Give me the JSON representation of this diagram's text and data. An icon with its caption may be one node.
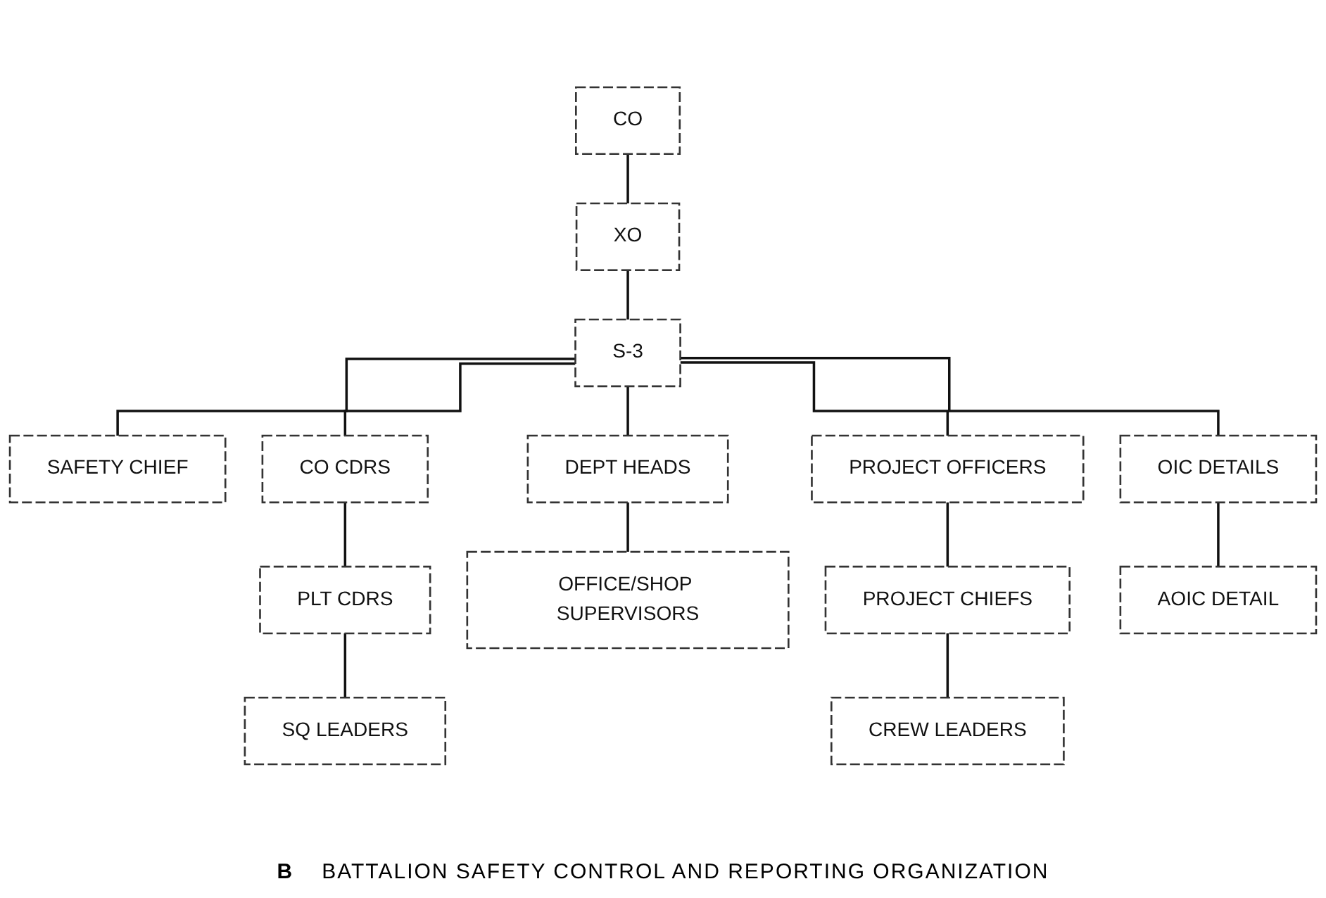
{
  "diagram": {
    "caption": "BATTALION SAFETY CONTROL AND REPORTING ORGANIZATION",
    "nodes": [
      {
        "text": [
          "CO"
        ]
      },
      {
        "text": [
          "XO"
        ]
      },
      {
        "text": [
          "S-3"
        ]
      },
      {
        "text": [
          "SAFETY CHIEF"
        ]
      },
      {
        "text": [
          "CO CDRS"
        ]
      },
      {
        "text": [
          "DEPT HEADS"
        ]
      },
      {
        "text": [
          "PROJECT OFFICERS"
        ]
      },
      {
        "text": [
          "OIC DETAILS"
        ]
      },
      {
        "text": [
          "PLT CDRS"
        ]
      },
      {
        "text": [
          "OFFICE/SHOP SUPERVISORS"
        ]
      },
      {
        "text": [
          "PROJECT CHIEFS"
        ]
      },
      {
        "text": [
          "AOIC DETAIL"
        ]
      },
      {
        "text": [
          "SQ LEADERS"
        ]
      },
      {
        "text": [
          "CREW LEADERS"
        ]
      }
    ],
    "edges": [
      {
        "from": 0,
        "to": 1,
        "arrow": "none"
      },
      {
        "from": 1,
        "to": 2,
        "arrow": "none"
      },
      {
        "from": 2,
        "to": 3,
        "arrow": "none"
      },
      {
        "from": 2,
        "to": 4,
        "arrow": "none"
      },
      {
        "from": 2,
        "to": 5,
        "arrow": "none"
      },
      {
        "from": 2,
        "to": 6,
        "arrow": "none"
      },
      {
        "from": 2,
        "to": 7,
        "arrow": "none"
      },
      {
        "from": 4,
        "to": 8,
        "arrow": "none"
      },
      {
        "from": 5,
        "to": 9,
        "arrow": "none"
      },
      {
        "from": 6,
        "to": 10,
        "arrow": "none"
      },
      {
        "from": 7,
        "to": 11,
        "arrow": "none"
      },
      {
        "from": 8,
        "to": 12,
        "arrow": "none"
      },
      {
        "from": 10,
        "to": 13,
        "arrow": "none"
      }
    ],
    "labels": [
      "B"
    ]
  }
}
